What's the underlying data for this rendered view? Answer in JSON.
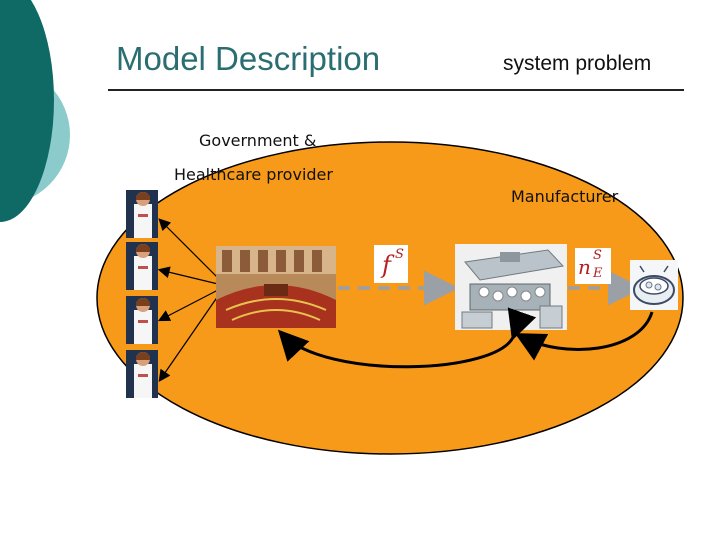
{
  "header": {
    "title": "Model Description",
    "subtitle": "system problem"
  },
  "diagram": {
    "government_label_line1": "Government &",
    "government_label_line2": "Healthcare provider",
    "manufacturer_label": "Manufacturer",
    "policy_symbol": {
      "base": "f",
      "sup": "S"
    },
    "effort_symbol": {
      "base": "n",
      "sup": "S",
      "sub": "E"
    }
  },
  "colors": {
    "teal_dark": "#0f6a66",
    "teal_light": "#8ccbcb",
    "ellipse_fill": "#f79a19",
    "arrow_dashed": "#9aa0a6"
  }
}
